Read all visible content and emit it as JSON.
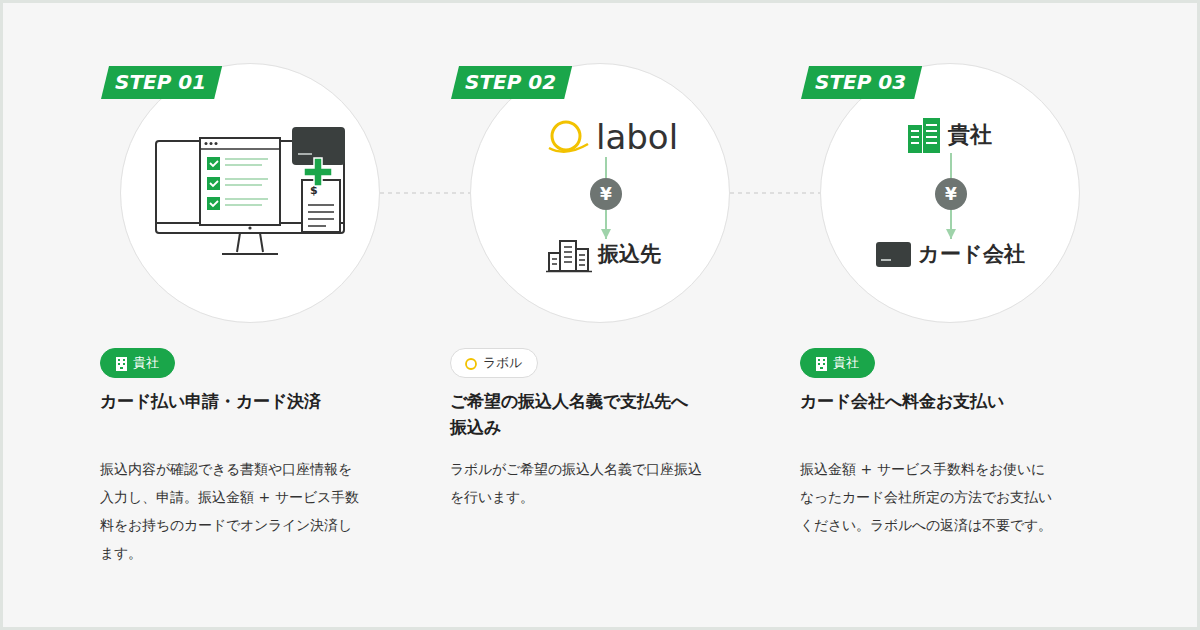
{
  "diagram": {
    "nodes": [
      {
        "text": [
          "STEP 01"
        ]
      },
      {
        "text": [
          "STEP 02"
        ]
      },
      {
        "text": [
          "labol"
        ],
        "in": 1
      },
      {
        "text": [
          "¥"
        ],
        "in": 1
      },
      {
        "text": [
          "振込先"
        ],
        "in": 1
      },
      {
        "text": [
          "STEP 03"
        ]
      },
      {
        "text": [
          "貴社"
        ],
        "in": 5
      },
      {
        "text": [
          "¥"
        ],
        "in": 5
      },
      {
        "text": [
          "カード会社"
        ],
        "in": 5
      },
      {
        "text": [
          "貴社"
        ]
      },
      {
        "text": [
          "ラボル"
        ]
      },
      {
        "text": [
          "貴社"
        ]
      }
    ],
    "edges": [
      {
        "from": 0,
        "to": 1,
        "arrow": "none"
      },
      {
        "from": 1,
        "to": 5,
        "arrow": "none"
      },
      {
        "from": 2,
        "to": 3,
        "arrow": "none"
      },
      {
        "from": 3,
        "to": 4,
        "arrow": "to"
      },
      {
        "from": 6,
        "to": 7,
        "arrow": "none"
      },
      {
        "from": 7,
        "to": 8,
        "arrow": "to"
      }
    ],
    "labels": [
      "$",
      "カード払い申請・カード決済",
      "振込内容が確認できる書類や口座情報を 入力し、申請。振込金額 + サービス手数 料をお持ちのカードでオンライン決済し ます。",
      "ご希望の振込人名義で支払先へ 振込み",
      "ラボルがご希望の振込人名義で口座振込 を行います。",
      "カード会社へ料金お支払い",
      "振込金額 + サービス手数料をお使いに なったカード会社所定の方法でお支払い ください。ラボルへの返済は不要です。"
    ]
  }
}
